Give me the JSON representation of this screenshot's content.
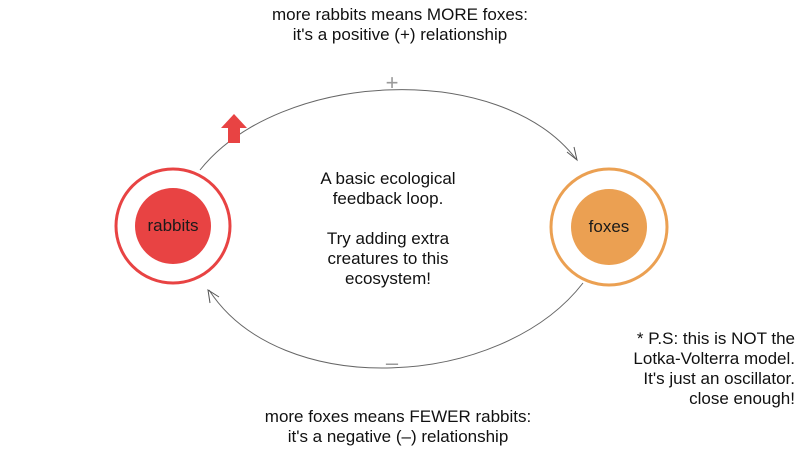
{
  "loop_top": {
    "line1": "more rabbits means MORE foxes:",
    "line2": "it's a positive (+) relationship",
    "sign": "+"
  },
  "loop_bottom": {
    "line1": "more foxes means FEWER rabbits:",
    "line2": "it's a negative (–) relationship",
    "sign": "–"
  },
  "center": {
    "line1": "A basic ecological",
    "line2": "feedback loop.",
    "line3": "Try adding extra",
    "line4": "creatures to this",
    "line5": "ecosystem!"
  },
  "nodes": {
    "rabbits": {
      "label": "rabbits",
      "color": "#e84343",
      "ring_color": "#e84343"
    },
    "foxes": {
      "label": "foxes",
      "color": "#eba052",
      "ring_color": "#eba052"
    }
  },
  "note": {
    "line1": "* P.S: this is NOT the",
    "line2": "Lotka-Volterra model.",
    "line3": "It's just an oscillator.",
    "line4": "close enough!"
  },
  "indicator": {
    "icon": "up-arrow-icon",
    "color": "#e84343"
  },
  "colors": {
    "arc": "#666666",
    "sign": "#9a9a9a"
  }
}
